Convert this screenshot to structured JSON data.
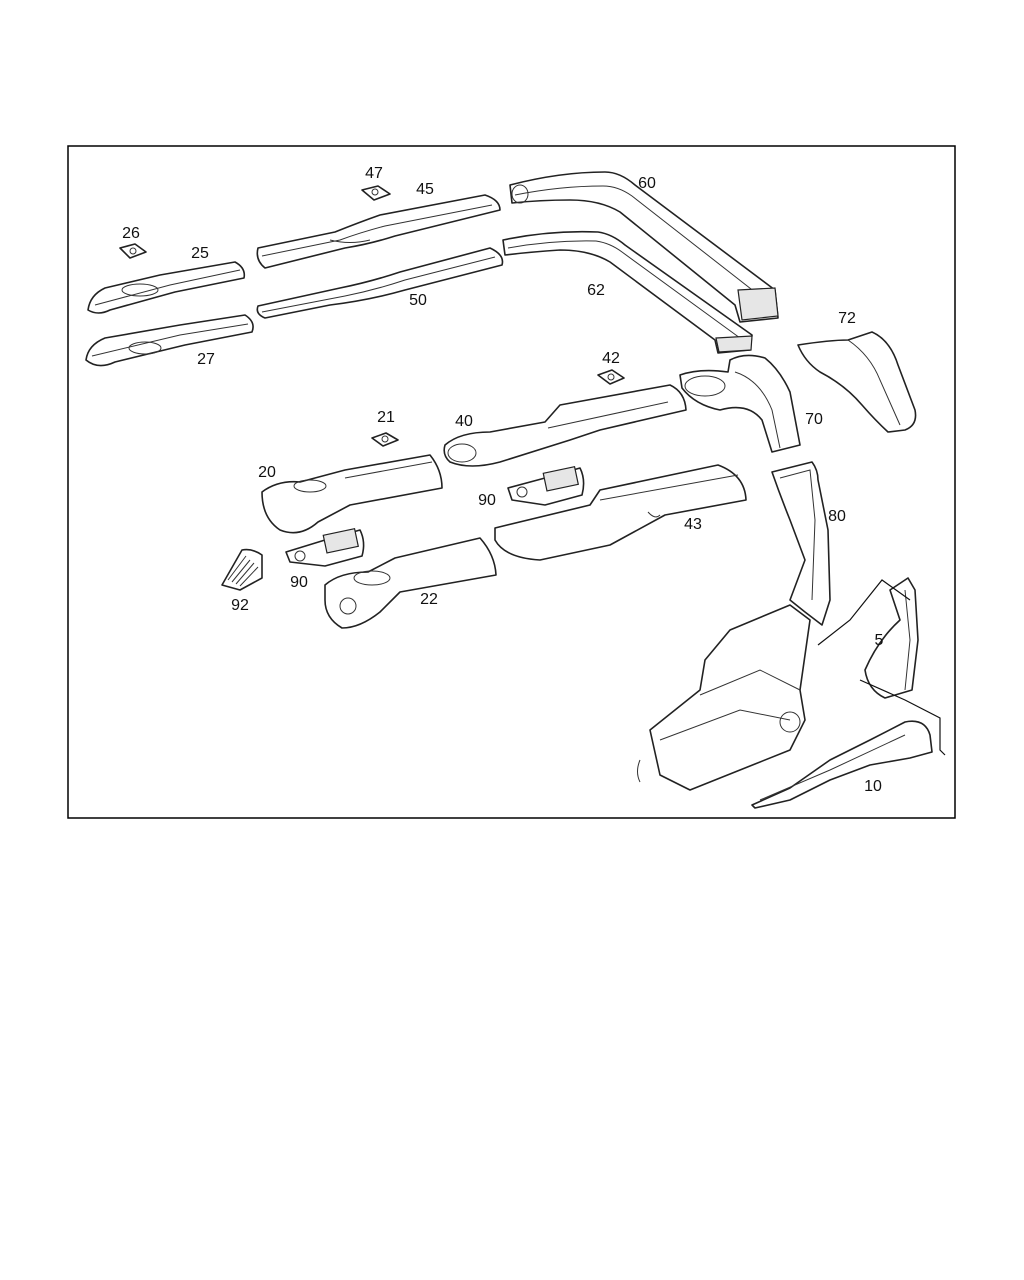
{
  "callouts": {
    "c60": "60",
    "c47": "47",
    "c45": "45",
    "c26": "26",
    "c25": "25",
    "c62": "62",
    "c50": "50",
    "c27": "27",
    "c72": "72",
    "c42": "42",
    "c21": "21",
    "c40": "40",
    "c70": "70",
    "c20": "20",
    "c90a": "90",
    "c80": "80",
    "c43": "43",
    "c90b": "90",
    "c22": "22",
    "c92": "92",
    "c5": "5",
    "c10": "10"
  },
  "colors": {
    "line": "#222222",
    "paper": "#ffffff",
    "frame": "#000000"
  }
}
